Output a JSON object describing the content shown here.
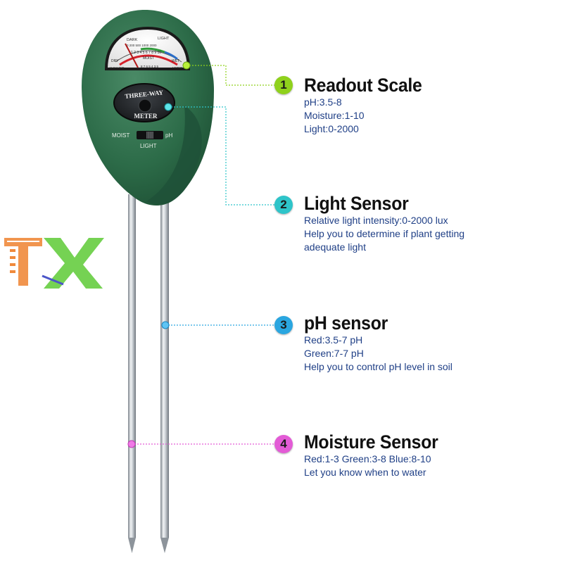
{
  "meter": {
    "face_label_line1": "THREE-WAY",
    "face_label_line2": "METER",
    "switch_left": "MOIST",
    "switch_right": "pH",
    "switch_bottom": "LIGHT",
    "dial": {
      "dark": "DARK",
      "light": "LIGHT",
      "dry": "DRY",
      "wet": "WET",
      "moist": "MOIST",
      "alkaline": "ALKALINE",
      "acidic": "ACIDIC",
      "light_scale": "0 200 500 1000 2000",
      "moist_scale": "1 2 3 4 5 6 7 8 9 10",
      "ph_scale": "8 7 6 5 4 3.5"
    }
  },
  "callouts": [
    {
      "number": "1",
      "color": "#8fd11c",
      "title": "Readout Scale",
      "lines": [
        "pH:3.5-8",
        "Moisture:1-10",
        "Light:0-2000"
      ]
    },
    {
      "number": "2",
      "color": "#2ec4c9",
      "title": "Light Sensor",
      "lines": [
        "Relative light intensity:0-2000 lux",
        "Help you to determine if plant getting",
        "adequate light"
      ]
    },
    {
      "number": "3",
      "color": "#2aa6e0",
      "title": "pH sensor",
      "lines": [
        "Red:3.5-7 pH",
        "Green:7-7 pH",
        "Help you to control pH level in soil"
      ]
    },
    {
      "number": "4",
      "color": "#e35bd6",
      "title": "Moisture Sensor",
      "lines": [
        "Red:1-3 Green:3-8 Blue:8-10",
        "Let you know when to water"
      ]
    }
  ],
  "watermark": {
    "text": "TX"
  }
}
